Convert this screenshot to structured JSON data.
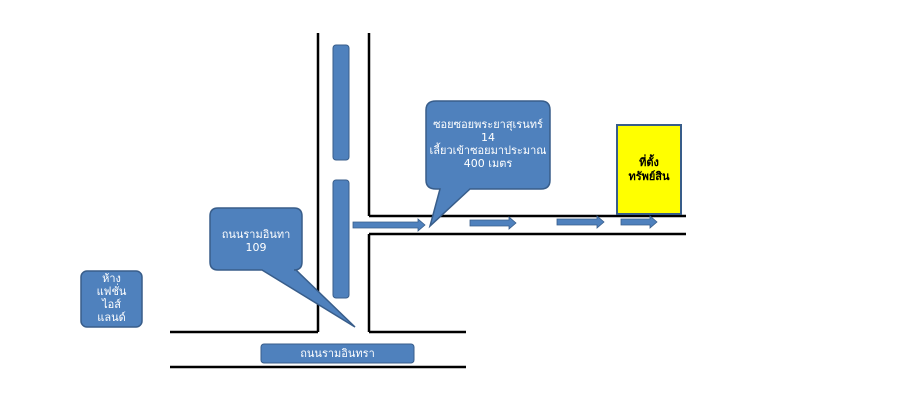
{
  "colors": {
    "road_line": "#000000",
    "road_fill": "#4f81bd",
    "callout_fill": "#4f81bd",
    "callout_stroke": "#385d8a",
    "property_fill": "#ffff00",
    "property_stroke": "#385d8a",
    "label_text": "#ffffff",
    "property_text": "#000000"
  },
  "labels": {
    "mall": [
      "ห้าง",
      "แฟชั่น",
      "ไอส์",
      "แลนด์"
    ],
    "road_109": [
      "ถนนรามอินทา",
      "109"
    ],
    "soi_callout": [
      "ซอยซอยพระยาสุเรนทร์",
      "14",
      "เลี้ยวเข้าซอยมาประมาณ",
      "400 เมตร"
    ],
    "property": [
      "ที่ตั้ง",
      "ทรัพย์สิน"
    ],
    "main_road": "ถนนรามอินทรา"
  },
  "icons": {
    "route_arrow": "right-arrow-icon"
  }
}
